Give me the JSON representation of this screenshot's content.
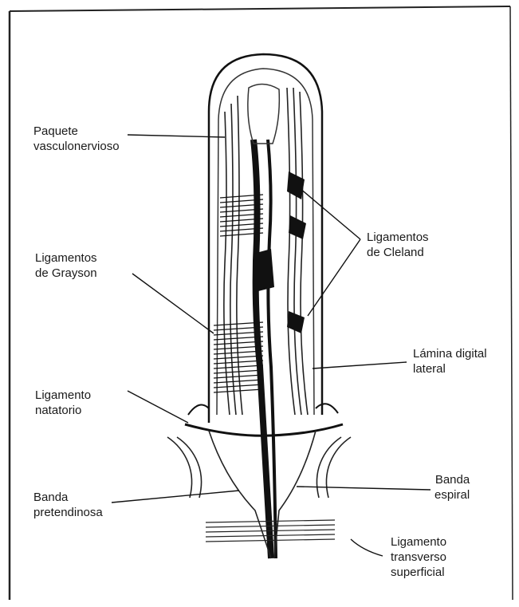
{
  "labels": {
    "paquete": [
      "Paquete",
      "vasculonervioso"
    ],
    "grayson": [
      "Ligamentos",
      "de Grayson"
    ],
    "natatorio": [
      "Ligamento",
      "natatorio"
    ],
    "pretendinosa": [
      "Banda",
      "pretendinosa"
    ],
    "cleland": [
      "Ligamentos",
      "de Cleland"
    ],
    "lamina": [
      "Lámina digital",
      "lateral"
    ],
    "espiral": [
      "Banda",
      "espiral"
    ],
    "transverso": [
      "Ligamento",
      "transverso",
      "superficial"
    ]
  },
  "colors": {
    "ink": "#1a1a1a",
    "paper": "#ffffff",
    "frame": "#222222"
  }
}
